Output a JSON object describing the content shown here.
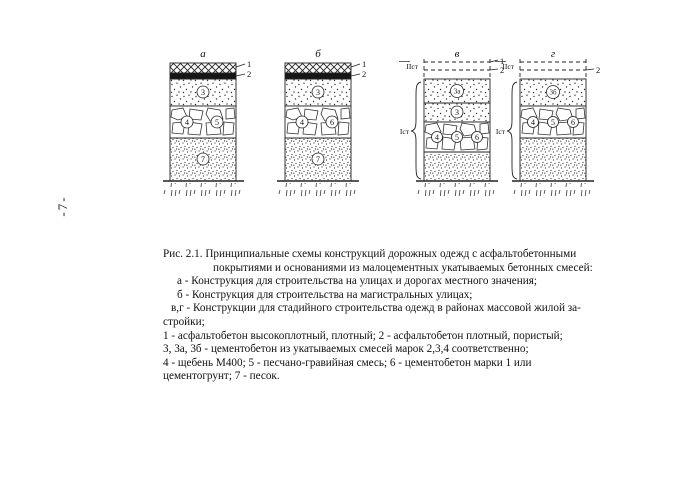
{
  "page": {
    "number": "-7-"
  },
  "figure": {
    "diagram_a": {
      "letter": "а",
      "tick1": "1",
      "tick2": "2",
      "n3": "3",
      "n4": "4",
      "n5": "5",
      "n7": "7"
    },
    "diagram_b": {
      "letter": "б",
      "tick1": "1",
      "tick2": "2",
      "n3": "3",
      "n4": "4",
      "n6": "6",
      "n7": "7"
    },
    "diagram_v": {
      "letter": "в",
      "stage2": "IIст",
      "stage1": "Iст",
      "tick1": "1",
      "tick2": "2",
      "n3a": "3а",
      "n3": "3",
      "n4": "4",
      "n5": "5",
      "n6": "6"
    },
    "diagram_g": {
      "letter": "г",
      "stage2": "IIст",
      "stage1": "Iст",
      "tick2": "2",
      "n3b": "3б",
      "n4": "4",
      "n5": "5",
      "n6": "6"
    }
  },
  "caption": {
    "lines": [
      "Рис. 2.1. Принципиальные схемы конструкций дорожных одежд с асфальтобетонными",
      "покрытиями и основаниями из малоцементных укатываемых бетонных смесей:",
      "а - Конструкция для строительства на улицах и дорогах местного значения;",
      "б - Конструкция для строительства на магистральных улицах;",
      "в,г - Конструкции для стадийного строительства одежд в районах массовой жилой за-",
      "стройки;",
      "1 -  асфальтобетон высокоплотный, плотный;  2 -  асфальтобетон плотный, пористый;",
      "3, 3а, 3б - цементобетон из укатываемых смесей марок 2,3,4 соответственно;",
      "4 - щебень М400;  5 - песчано-гравийная смесь;  6 - цементобетон марки 1 или",
      "цементогрунт; 7 - песок."
    ]
  }
}
